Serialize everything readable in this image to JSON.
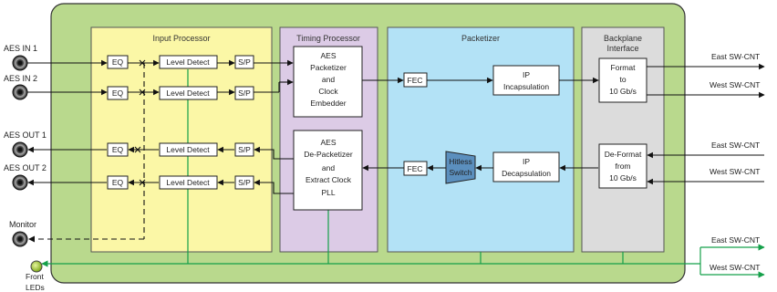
{
  "colors": {
    "outer": "#b9d98d",
    "input": "#fbf7a6",
    "timing": "#dccbe6",
    "packetizer": "#b3e2f6",
    "backplane": "#dcdcdc",
    "green_line": "#15a04a",
    "switch": "#5b8fbe"
  },
  "sections": {
    "input": "Input Processor",
    "timing": "Timing Processor",
    "packetizer": "Packetizer",
    "backplane": [
      "Backplane",
      "Interface"
    ]
  },
  "ports": {
    "aes_in_1": "AES IN 1",
    "aes_in_2": "AES IN 2",
    "aes_out_1": "AES OUT 1",
    "aes_out_2": "AES OUT 2",
    "monitor": "Monitor",
    "front_leds": [
      "Front",
      "LEDs"
    ]
  },
  "blocks": {
    "eq": "EQ",
    "level_detect": "Level Detect",
    "sp": "S/P",
    "fec": "FEC",
    "aes_packetizer": [
      "AES",
      "Packetizer",
      "and",
      "Clock",
      "Embedder"
    ],
    "aes_depacketizer": [
      "AES",
      "De-Packetizer",
      "and",
      "Extract Clock",
      "PLL"
    ],
    "ip_encap": [
      "IP",
      "Incapsulation"
    ],
    "ip_decap": [
      "IP",
      "Decapsulation"
    ],
    "hitless": [
      "Hitless",
      "Switch"
    ],
    "format": [
      "Format",
      "to",
      "10 Gb/s"
    ],
    "deformat": [
      "De-Format",
      "from",
      "10 Gb/s"
    ]
  },
  "outputs": {
    "east": "East SW-CNT",
    "west": "West SW-CNT"
  }
}
